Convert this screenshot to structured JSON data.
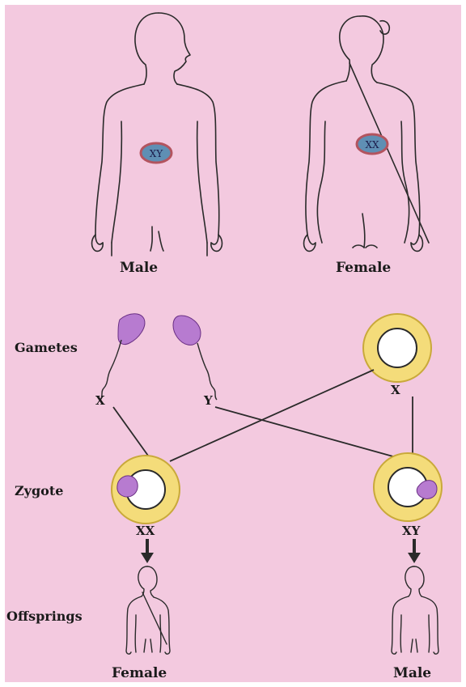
{
  "colors": {
    "background": "#f3c9df",
    "outline": "#2a2a2a",
    "egg_ring": "#f4dc7a",
    "egg_ring_edge": "#c9a93a",
    "sperm_head": "#b77bd0",
    "gonad_fill": "#5f8fb4",
    "gonad_edge": "#b3545f"
  },
  "parents": {
    "male_label": "Male",
    "female_label": "Female",
    "male_chromosomes": "XY",
    "female_chromosomes": "XX"
  },
  "row_labels": {
    "gametes": "Gametes",
    "zygote": "Zygote",
    "offsprings": "Offsprings"
  },
  "gametes": {
    "sperm_left": "X",
    "sperm_right": "Y",
    "egg": "X"
  },
  "zygotes": {
    "left": "XX",
    "right": "XY"
  },
  "offspring": {
    "left_label": "Female",
    "right_label": "Male"
  }
}
